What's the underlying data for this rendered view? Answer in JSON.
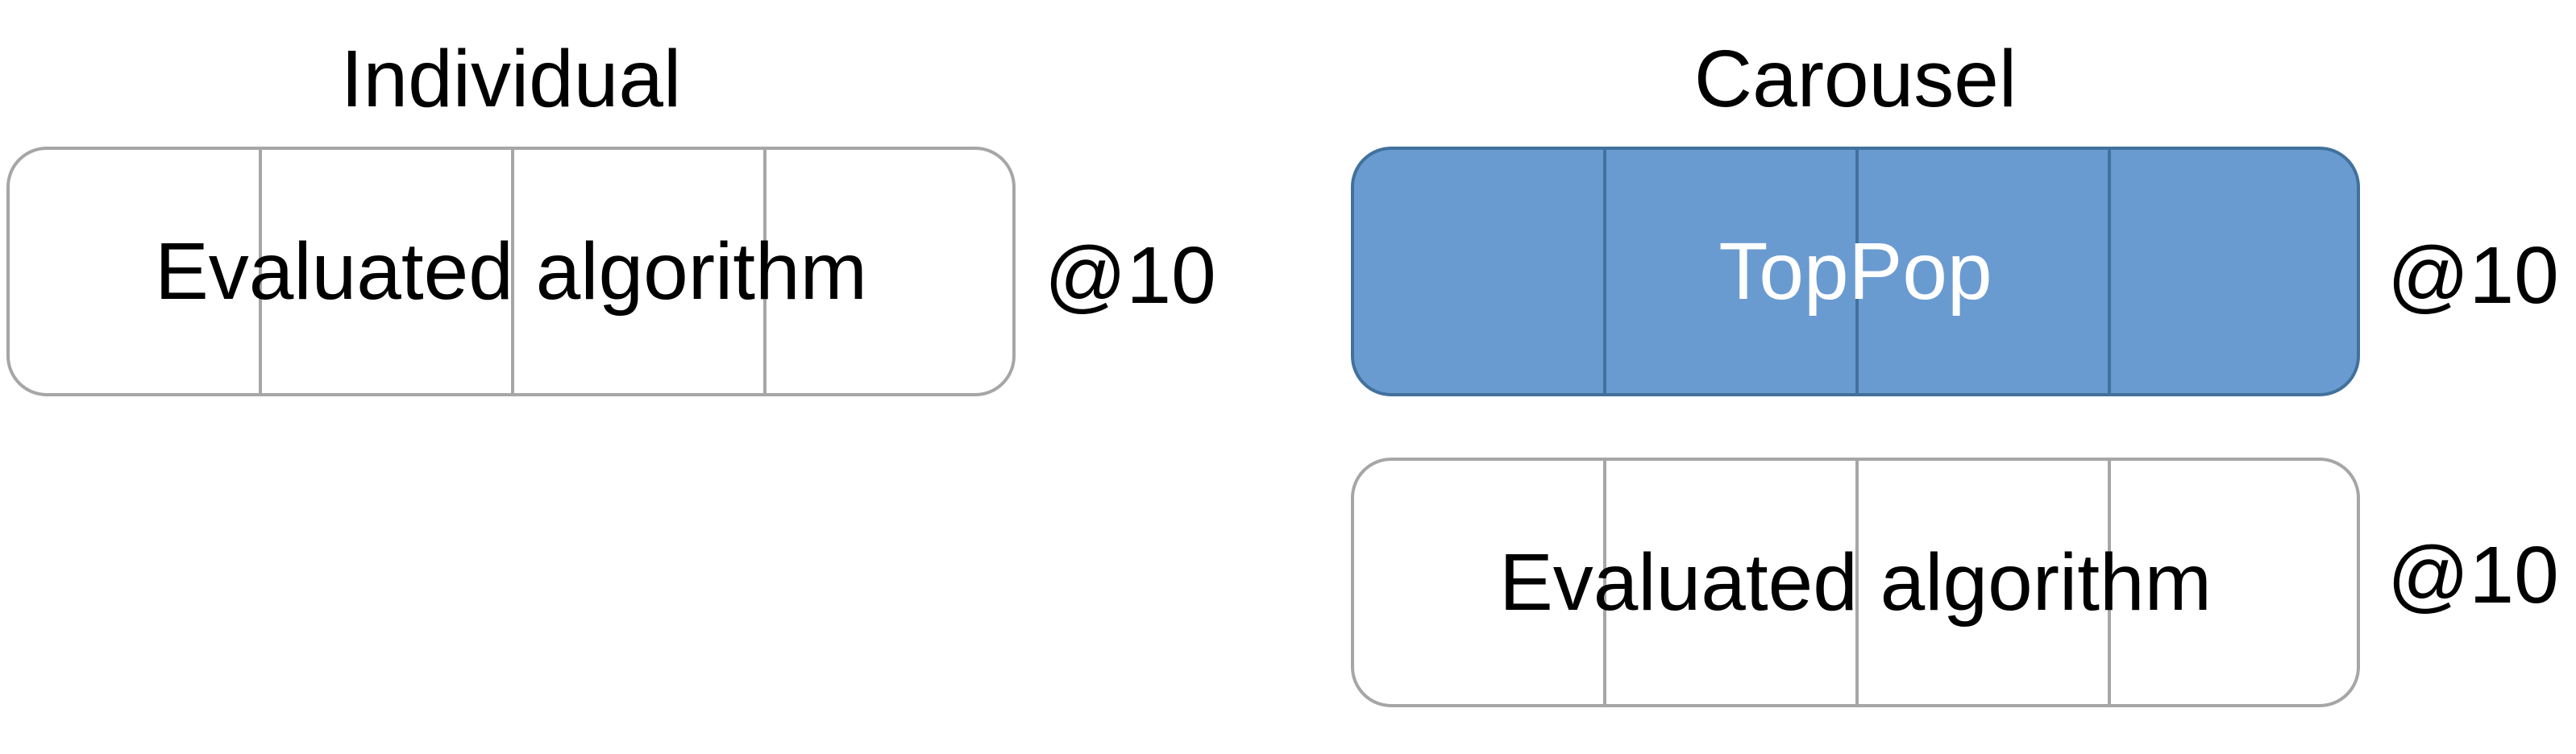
{
  "individual": {
    "title": "Individual",
    "box": {
      "label": "Evaluated algorithm",
      "metric": "@10",
      "slots": 4
    }
  },
  "carousel": {
    "title": "Carousel",
    "rows": [
      {
        "label": "TopPop",
        "metric": "@10",
        "slots": 4,
        "filled": true
      },
      {
        "label": "Evaluated algorithm",
        "metric": "@10",
        "slots": 4,
        "filled": false
      }
    ]
  },
  "colors": {
    "fill": "#6a9bd0",
    "fill_border": "#41719c",
    "outline": "#a6a6a6",
    "text": "#000000",
    "text_on_fill": "#ffffff"
  }
}
